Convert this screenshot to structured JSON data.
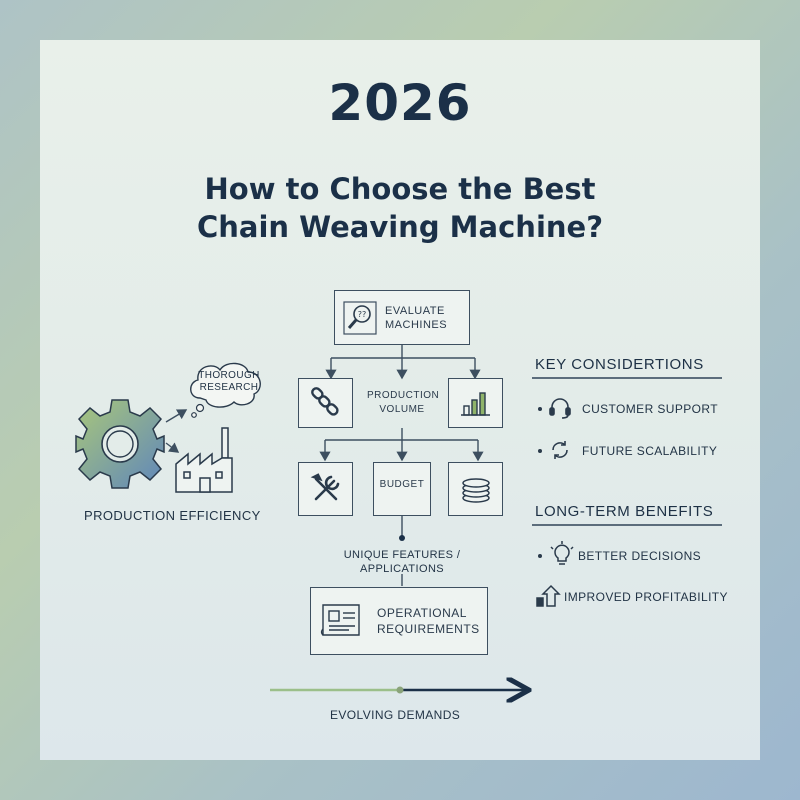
{
  "header": {
    "year": "2026",
    "title_line1": "How to Choose the Best",
    "title_line2": "Chain Weaving Machine?"
  },
  "flowchart": {
    "evaluate_label": "EVALUATE MACHINES",
    "production_volume_label": "PRODUCTION VOLUME",
    "budget_label": "BUDGET",
    "unique_features_label_line1": "UNIQUE FEATURES /",
    "unique_features_label_line2": "APPLICATIONS",
    "operational_label_line1": "OPERATIONAL",
    "operational_label_line2": "REQUIREMENTS",
    "icons": [
      "magnifier-question-icon",
      "chain-link-icon",
      "bar-chart-icon",
      "wrench-screwdriver-icon",
      "coin-stack-icon",
      "blueprint-icon"
    ]
  },
  "left_panel": {
    "thought_bubble_line1": "THOROUGH",
    "thought_bubble_line2": "RESEARCH",
    "caption": "PRODUCTION EFFICIENCY",
    "icons": [
      "gear-icon",
      "factory-icon"
    ]
  },
  "key_considerations": {
    "heading": "KEY CONSIDERTIONS",
    "items": [
      {
        "icon": "headset-icon",
        "label": "CUSTOMER SUPPORT"
      },
      {
        "icon": "refresh-icon",
        "label": "FUTURE SCALABILITY"
      }
    ]
  },
  "long_term_benefits": {
    "heading": "LONG-TERM BENEFITS",
    "items": [
      {
        "icon": "lightbulb-icon",
        "label": "BETTER DECISIONS"
      },
      {
        "icon": "growth-arrow-icon",
        "label": "IMPROVED PROFITABILITY"
      }
    ]
  },
  "timeline": {
    "label": "EVOLVING DEMANDS"
  },
  "colors": {
    "navy": "#1b3048",
    "gear_green": "#8fb36a",
    "gear_blue": "#6d93bf",
    "line_green": "#9bbf8a"
  }
}
